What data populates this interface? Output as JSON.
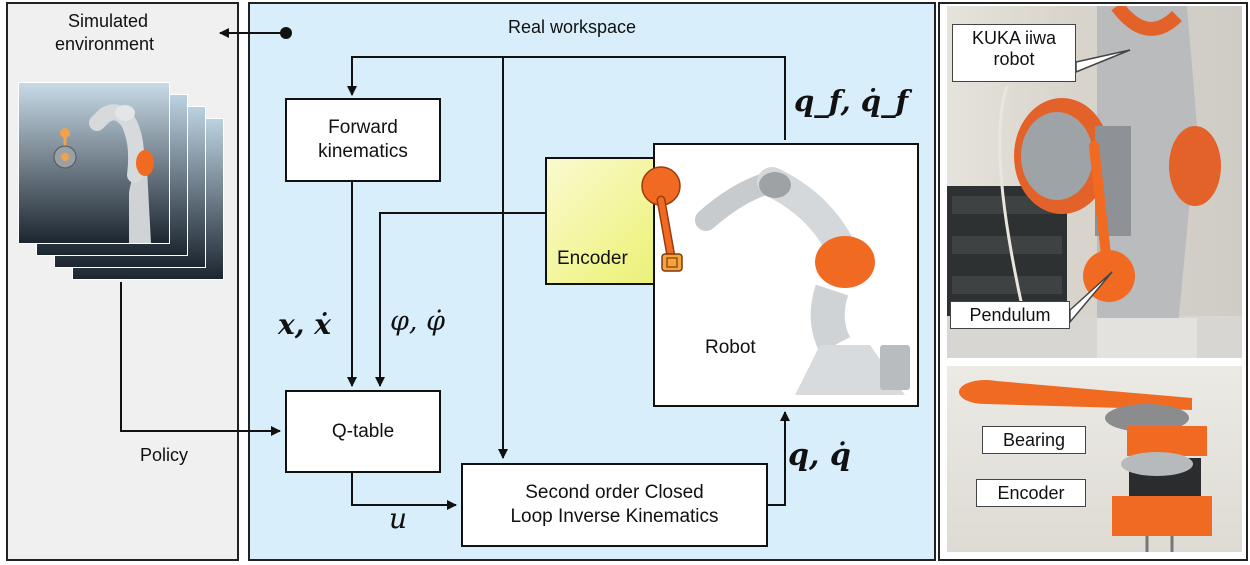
{
  "sim": {
    "title_line1": "Simulated",
    "title_line2": "environment",
    "policy_label": "Policy"
  },
  "real": {
    "title": "Real workspace",
    "blocks": {
      "forward_line1": "Forward",
      "forward_line2": "kinematics",
      "qtable": "Q-table",
      "clik_line1": "Second order Closed",
      "clik_line2": "Loop Inverse Kinematics",
      "encoder": "Encoder",
      "robot": "Robot"
    },
    "signals": {
      "x_xdot": "x, ẋ",
      "phi_phidot": "φ, φ̇",
      "u": "u",
      "q_qdot": "q, q̇",
      "qf_qfdot": "q_f, q̇_f"
    }
  },
  "photos": {
    "top_callouts": [
      "KUKA iiwa robot",
      "Pendulum"
    ],
    "bottom_callouts": [
      "Bearing",
      "Encoder"
    ]
  },
  "colors": {
    "sim_panel_bg": "#f0f0f0",
    "real_panel_bg": "#d8eefb",
    "robot_orange": "#f06a22",
    "encoder_box_gradient_start": "#fafad0"
  }
}
